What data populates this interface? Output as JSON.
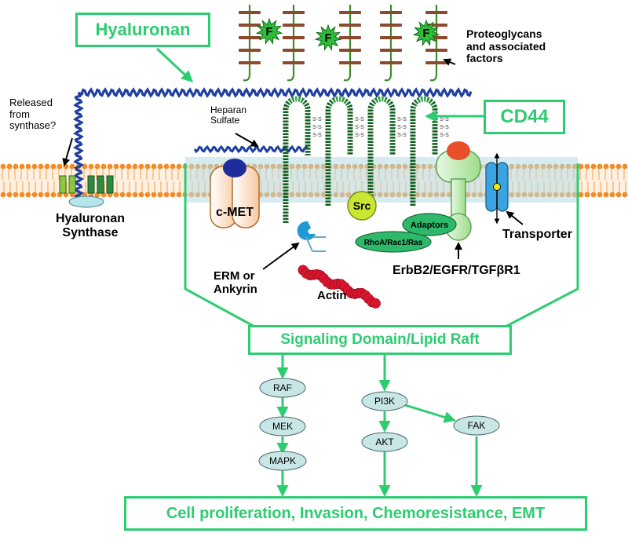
{
  "labels": {
    "hyaluronan": "Hyaluronan",
    "proteoglycans": "Proteoglycans and associated factors",
    "released": "Released from synthase?",
    "heparan": "Heparan Sulfate",
    "cd44": "CD44",
    "cmet": "c-MET",
    "src": "Src",
    "adaptors": "Adaptors",
    "rho": "RhoA/Rac1/Ras",
    "transporter": "Transporter",
    "has": "Hyaluronan Synthase",
    "erm": "ERM or Ankyrin",
    "actin": "Actin",
    "erbb": "ErbB2/EGFR/TGFβR1",
    "signaling": "Signaling Domain/Lipid Raft",
    "factor": "F",
    "disulfide": "S-S"
  },
  "nodes": {
    "raf": "RAF",
    "mek": "MEK",
    "mapk": "MAPK",
    "pi3k": "PI3K",
    "akt": "AKT",
    "fak": "FAK"
  },
  "outcome": "Cell proliferation, Invasion, Chemoresistance, EMT",
  "colors": {
    "accent": "#2ecc71",
    "nodeFill": "#c8e6e6",
    "membrane": "#f28c28",
    "raft": "#b7dde6",
    "hyaluronan": "#1f3fa0",
    "cd44": "#1e7a2e",
    "proteoglycanCore": "#3c8c28",
    "proteoglycanChain": "#8b4a2b",
    "factor": "#2ebd3a",
    "src": "#c8e632",
    "actin": "#d9152d"
  }
}
